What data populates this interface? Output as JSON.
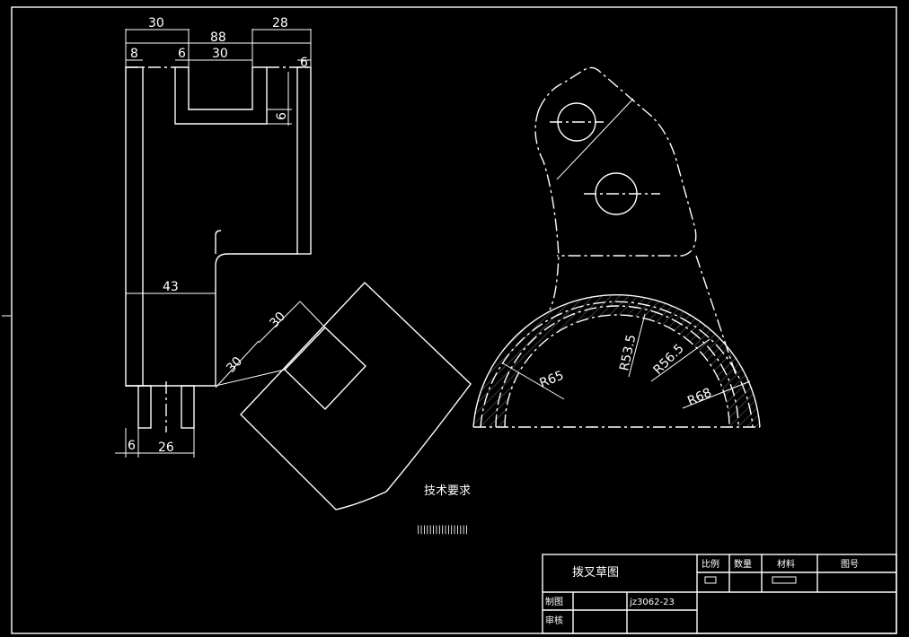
{
  "front_view": {
    "dims": {
      "d30_top": "30",
      "d28_top": "28",
      "d88": "88",
      "d8": "8",
      "d6_a": "6",
      "d30_slot": "30",
      "d6_right": "6",
      "d6_slot_bottom": "6",
      "d43": "43",
      "d6_bottom": "6",
      "d26": "26"
    }
  },
  "section_view": {
    "dims": {
      "d30_a": "30",
      "d30_b": "30"
    }
  },
  "side_view": {
    "dims": {
      "r65": "R65",
      "r535": "R53.5",
      "r565": "R56.5",
      "r68": "R68"
    }
  },
  "notes": {
    "heading": "技术要求",
    "body": "|||||||||||||||||"
  },
  "title_block": {
    "title": "拨叉草图",
    "scale_label": "比例",
    "quantity_label": "数量",
    "material_label": "材料",
    "drawing_no_label": "图号",
    "drawn_label": "制图",
    "checked_label": "审核",
    "student_no": "jz3062-23"
  }
}
